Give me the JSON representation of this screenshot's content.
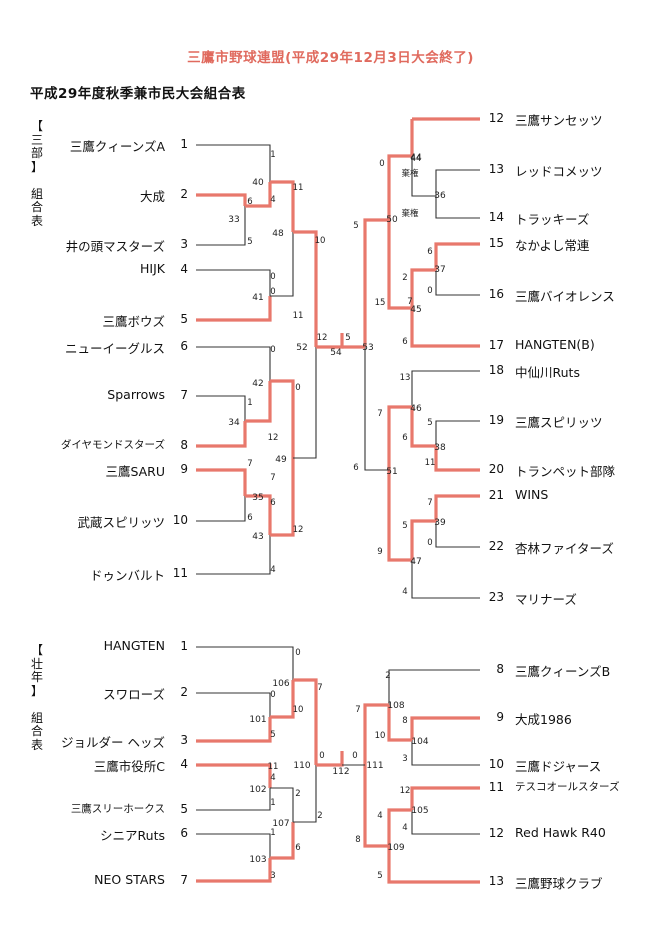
{
  "title": "三鷹市野球連盟(平成29年12月3日大会終了)",
  "subtitle": "平成29年度秋季兼市民大会組合表",
  "colors": {
    "win": "#e8786c",
    "line": "#333333",
    "title": "#e06a5e"
  },
  "sections": [
    {
      "label_lines": [
        "【",
        "三",
        "部",
        "】",
        "",
        "組",
        "合",
        "表"
      ],
      "teams": [
        {
          "seed": "1",
          "name": "三鷹クィーンズA"
        },
        {
          "seed": "2",
          "name": "大成"
        },
        {
          "seed": "3",
          "name": "井の頭マスターズ"
        },
        {
          "seed": "4",
          "name": "HIJK"
        },
        {
          "seed": "5",
          "name": "三鷹ボウズ"
        },
        {
          "seed": "6",
          "name": "ニューイーグルス"
        },
        {
          "seed": "7",
          "name": "Sparrows"
        },
        {
          "seed": "8",
          "name": "ダイヤモンドスターズ"
        },
        {
          "seed": "9",
          "name": "三鷹SARU"
        },
        {
          "seed": "10",
          "name": "武蔵スピリッツ"
        },
        {
          "seed": "11",
          "name": "ドゥンバルト"
        },
        {
          "seed": "12",
          "name": "三鷹サンセッツ"
        },
        {
          "seed": "13",
          "name": "レッドコメッツ"
        },
        {
          "seed": "14",
          "name": "トラッキーズ"
        },
        {
          "seed": "15",
          "name": "なかよし常連"
        },
        {
          "seed": "16",
          "name": "三鷹バイオレンス"
        },
        {
          "seed": "17",
          "name": "HANGTEN(B)"
        },
        {
          "seed": "18",
          "name": "中仙川Ruts"
        },
        {
          "seed": "19",
          "name": "三鷹スピリッツ"
        },
        {
          "seed": "20",
          "name": "トランペット部隊"
        },
        {
          "seed": "21",
          "name": "WINS"
        },
        {
          "seed": "22",
          "name": "杏林ファイターズ"
        },
        {
          "seed": "23",
          "name": "マリナーズ"
        }
      ],
      "games": [
        "33",
        "40",
        "41",
        "48",
        "34",
        "42",
        "35",
        "43",
        "49",
        "52",
        "36",
        "44",
        "37",
        "45",
        "50",
        "46",
        "38",
        "39",
        "47",
        "51",
        "53",
        "54"
      ],
      "scores": [
        "1",
        "6",
        "4",
        "5",
        "0",
        "0",
        "11",
        "11",
        "10",
        "0",
        "0",
        "1",
        "12",
        "7",
        "7",
        "6",
        "6",
        "4",
        "12",
        "棄権",
        "棄権",
        "0",
        "44",
        "6",
        "2",
        "0",
        "7",
        "6",
        "5",
        "15",
        "7",
        "6",
        "11",
        "5",
        "13",
        "7",
        "5",
        "0",
        "9",
        "4",
        "6",
        "12",
        "5"
      ]
    },
    {
      "label_lines": [
        "【",
        "壮",
        "年",
        "】",
        "",
        "組",
        "合",
        "表"
      ],
      "teams": [
        {
          "seed": "1",
          "name": "HANGTEN"
        },
        {
          "seed": "2",
          "name": "スワローズ"
        },
        {
          "seed": "3",
          "name": "ジョルダー ヘッズ"
        },
        {
          "seed": "4",
          "name": "三鷹市役所C"
        },
        {
          "seed": "5",
          "name": "三鷹スリーホークス"
        },
        {
          "seed": "6",
          "name": "シニアRuts"
        },
        {
          "seed": "7",
          "name": "NEO STARS"
        },
        {
          "seed": "8",
          "name": "三鷹クィーンズB"
        },
        {
          "seed": "9",
          "name": "大成1986"
        },
        {
          "seed": "10",
          "name": "三鷹ドジャース"
        },
        {
          "seed": "11",
          "name": "テスコオールスターズ"
        },
        {
          "seed": "12",
          "name": "Red Hawk R40"
        },
        {
          "seed": "13",
          "name": "三鷹野球クラブ"
        }
      ],
      "games": [
        "101",
        "106",
        "102",
        "103",
        "107",
        "110",
        "104",
        "108",
        "105",
        "109",
        "111",
        "112"
      ],
      "scores": [
        "0",
        "0",
        "5",
        "4",
        "10",
        "11",
        "1",
        "2",
        "1",
        "6",
        "3",
        "2",
        "7",
        "2",
        "8",
        "3",
        "10",
        "7",
        "12",
        "4",
        "4",
        "8",
        "5",
        "0",
        "0"
      ]
    }
  ]
}
